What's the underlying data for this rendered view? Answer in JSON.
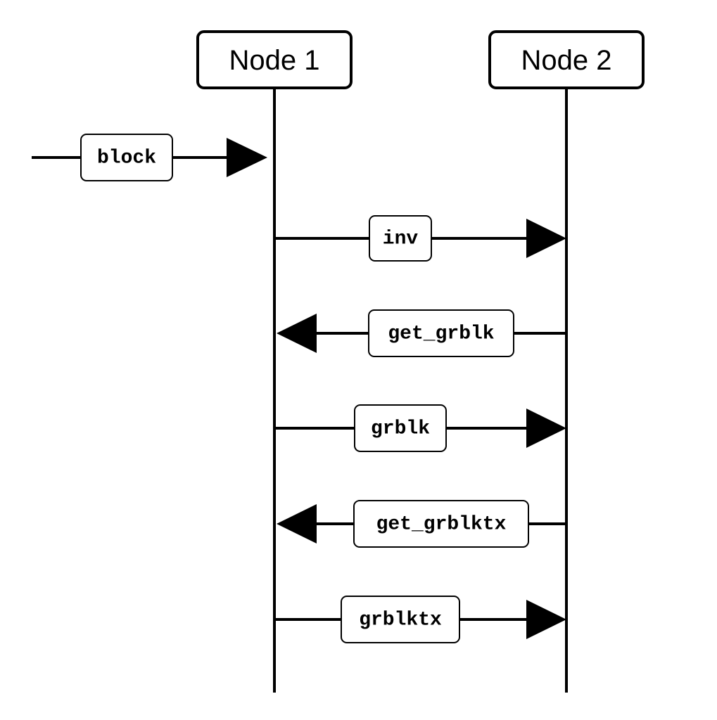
{
  "colors": {
    "stroke": "#000000",
    "background": "#ffffff"
  },
  "nodes": [
    {
      "id": "node1",
      "label": "Node 1"
    },
    {
      "id": "node2",
      "label": "Node 2"
    }
  ],
  "messages": [
    {
      "label": "block",
      "from": "external",
      "to": "node1"
    },
    {
      "label": "inv",
      "from": "node1",
      "to": "node2"
    },
    {
      "label": "get_grblk",
      "from": "node2",
      "to": "node1"
    },
    {
      "label": "grblk",
      "from": "node1",
      "to": "node2"
    },
    {
      "label": "get_grblktx",
      "from": "node2",
      "to": "node1"
    },
    {
      "label": "grblktx",
      "from": "node1",
      "to": "node2"
    }
  ]
}
